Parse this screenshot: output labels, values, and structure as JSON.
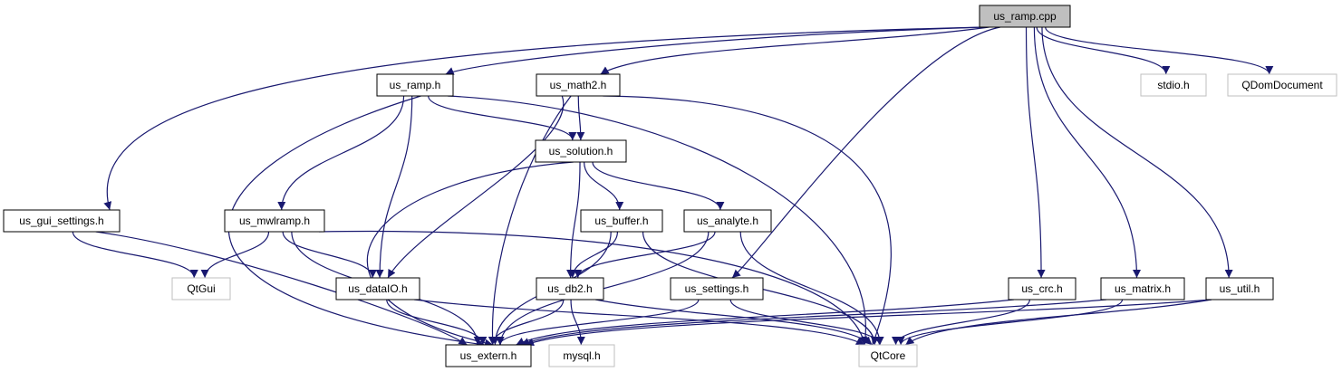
{
  "colors": {
    "edge": "#191970",
    "root_fill": "#bfbfbf",
    "node_border": "#000000",
    "external_border": "#bfbfbf",
    "node_fill": "#ffffff"
  },
  "nodes": [
    {
      "id": "us_ramp_cpp",
      "label": "us_ramp.cpp",
      "kind": "root"
    },
    {
      "id": "us_ramp_h",
      "label": "us_ramp.h",
      "kind": "header"
    },
    {
      "id": "us_math2_h",
      "label": "us_math2.h",
      "kind": "header"
    },
    {
      "id": "stdio_h",
      "label": "stdio.h",
      "kind": "external"
    },
    {
      "id": "qdomdocument",
      "label": "QDomDocument",
      "kind": "external"
    },
    {
      "id": "us_solution_h",
      "label": "us_solution.h",
      "kind": "header"
    },
    {
      "id": "us_gui_settings_h",
      "label": "us_gui_settings.h",
      "kind": "header"
    },
    {
      "id": "us_mwlramp_h",
      "label": "us_mwlramp.h",
      "kind": "header"
    },
    {
      "id": "us_buffer_h",
      "label": "us_buffer.h",
      "kind": "header"
    },
    {
      "id": "us_analyte_h",
      "label": "us_analyte.h",
      "kind": "header"
    },
    {
      "id": "qtgui",
      "label": "QtGui",
      "kind": "external"
    },
    {
      "id": "us_dataio_h",
      "label": "us_dataIO.h",
      "kind": "header"
    },
    {
      "id": "us_db2_h",
      "label": "us_db2.h",
      "kind": "header"
    },
    {
      "id": "us_settings_h",
      "label": "us_settings.h",
      "kind": "header"
    },
    {
      "id": "us_crc_h",
      "label": "us_crc.h",
      "kind": "header"
    },
    {
      "id": "us_matrix_h",
      "label": "us_matrix.h",
      "kind": "header"
    },
    {
      "id": "us_util_h",
      "label": "us_util.h",
      "kind": "header"
    },
    {
      "id": "us_extern_h",
      "label": "us_extern.h",
      "kind": "header"
    },
    {
      "id": "mysql_h",
      "label": "mysql.h",
      "kind": "external"
    },
    {
      "id": "qtcore",
      "label": "QtCore",
      "kind": "external"
    }
  ],
  "edges": [
    [
      "us_ramp_cpp",
      "us_ramp_h"
    ],
    [
      "us_ramp_cpp",
      "us_math2_h"
    ],
    [
      "us_ramp_cpp",
      "stdio_h"
    ],
    [
      "us_ramp_cpp",
      "qdomdocument"
    ],
    [
      "us_ramp_cpp",
      "us_gui_settings_h"
    ],
    [
      "us_ramp_cpp",
      "us_settings_h"
    ],
    [
      "us_ramp_cpp",
      "us_crc_h"
    ],
    [
      "us_ramp_cpp",
      "us_matrix_h"
    ],
    [
      "us_ramp_cpp",
      "us_util_h"
    ],
    [
      "us_ramp_h",
      "us_solution_h"
    ],
    [
      "us_ramp_h",
      "us_mwlramp_h"
    ],
    [
      "us_ramp_h",
      "us_dataio_h"
    ],
    [
      "us_ramp_h",
      "us_extern_h"
    ],
    [
      "us_ramp_h",
      "qtcore"
    ],
    [
      "us_math2_h",
      "us_solution_h"
    ],
    [
      "us_math2_h",
      "us_dataio_h"
    ],
    [
      "us_math2_h",
      "us_extern_h"
    ],
    [
      "us_math2_h",
      "qtcore"
    ],
    [
      "us_solution_h",
      "us_buffer_h"
    ],
    [
      "us_solution_h",
      "us_analyte_h"
    ],
    [
      "us_solution_h",
      "us_db2_h"
    ],
    [
      "us_solution_h",
      "us_extern_h"
    ],
    [
      "us_gui_settings_h",
      "qtgui"
    ],
    [
      "us_gui_settings_h",
      "us_extern_h"
    ],
    [
      "us_mwlramp_h",
      "qtgui"
    ],
    [
      "us_mwlramp_h",
      "us_dataio_h"
    ],
    [
      "us_mwlramp_h",
      "us_extern_h"
    ],
    [
      "us_mwlramp_h",
      "qtcore"
    ],
    [
      "us_buffer_h",
      "us_db2_h"
    ],
    [
      "us_buffer_h",
      "us_extern_h"
    ],
    [
      "us_buffer_h",
      "qtcore"
    ],
    [
      "us_analyte_h",
      "us_db2_h"
    ],
    [
      "us_analyte_h",
      "us_extern_h"
    ],
    [
      "us_analyte_h",
      "qtcore"
    ],
    [
      "us_dataio_h",
      "us_extern_h"
    ],
    [
      "us_dataio_h",
      "qtcore"
    ],
    [
      "us_db2_h",
      "us_extern_h"
    ],
    [
      "us_db2_h",
      "mysql_h"
    ],
    [
      "us_db2_h",
      "qtcore"
    ],
    [
      "us_settings_h",
      "us_extern_h"
    ],
    [
      "us_settings_h",
      "qtcore"
    ],
    [
      "us_crc_h",
      "us_extern_h"
    ],
    [
      "us_crc_h",
      "qtcore"
    ],
    [
      "us_matrix_h",
      "us_extern_h"
    ],
    [
      "us_matrix_h",
      "qtcore"
    ],
    [
      "us_util_h",
      "us_extern_h"
    ],
    [
      "us_util_h",
      "qtcore"
    ]
  ]
}
